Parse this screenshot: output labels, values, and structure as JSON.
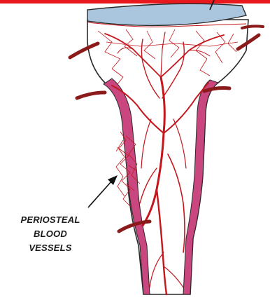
{
  "diagram": {
    "label_lines": [
      "PERIOSTEAL",
      "BLOOD",
      "VESSELS"
    ],
    "colors": {
      "banner": "#e8181e",
      "cartilage": "#a9c6de",
      "cortex": "#c9467f",
      "vessel": "#c4161c",
      "outline": "#2a2a2a"
    }
  }
}
